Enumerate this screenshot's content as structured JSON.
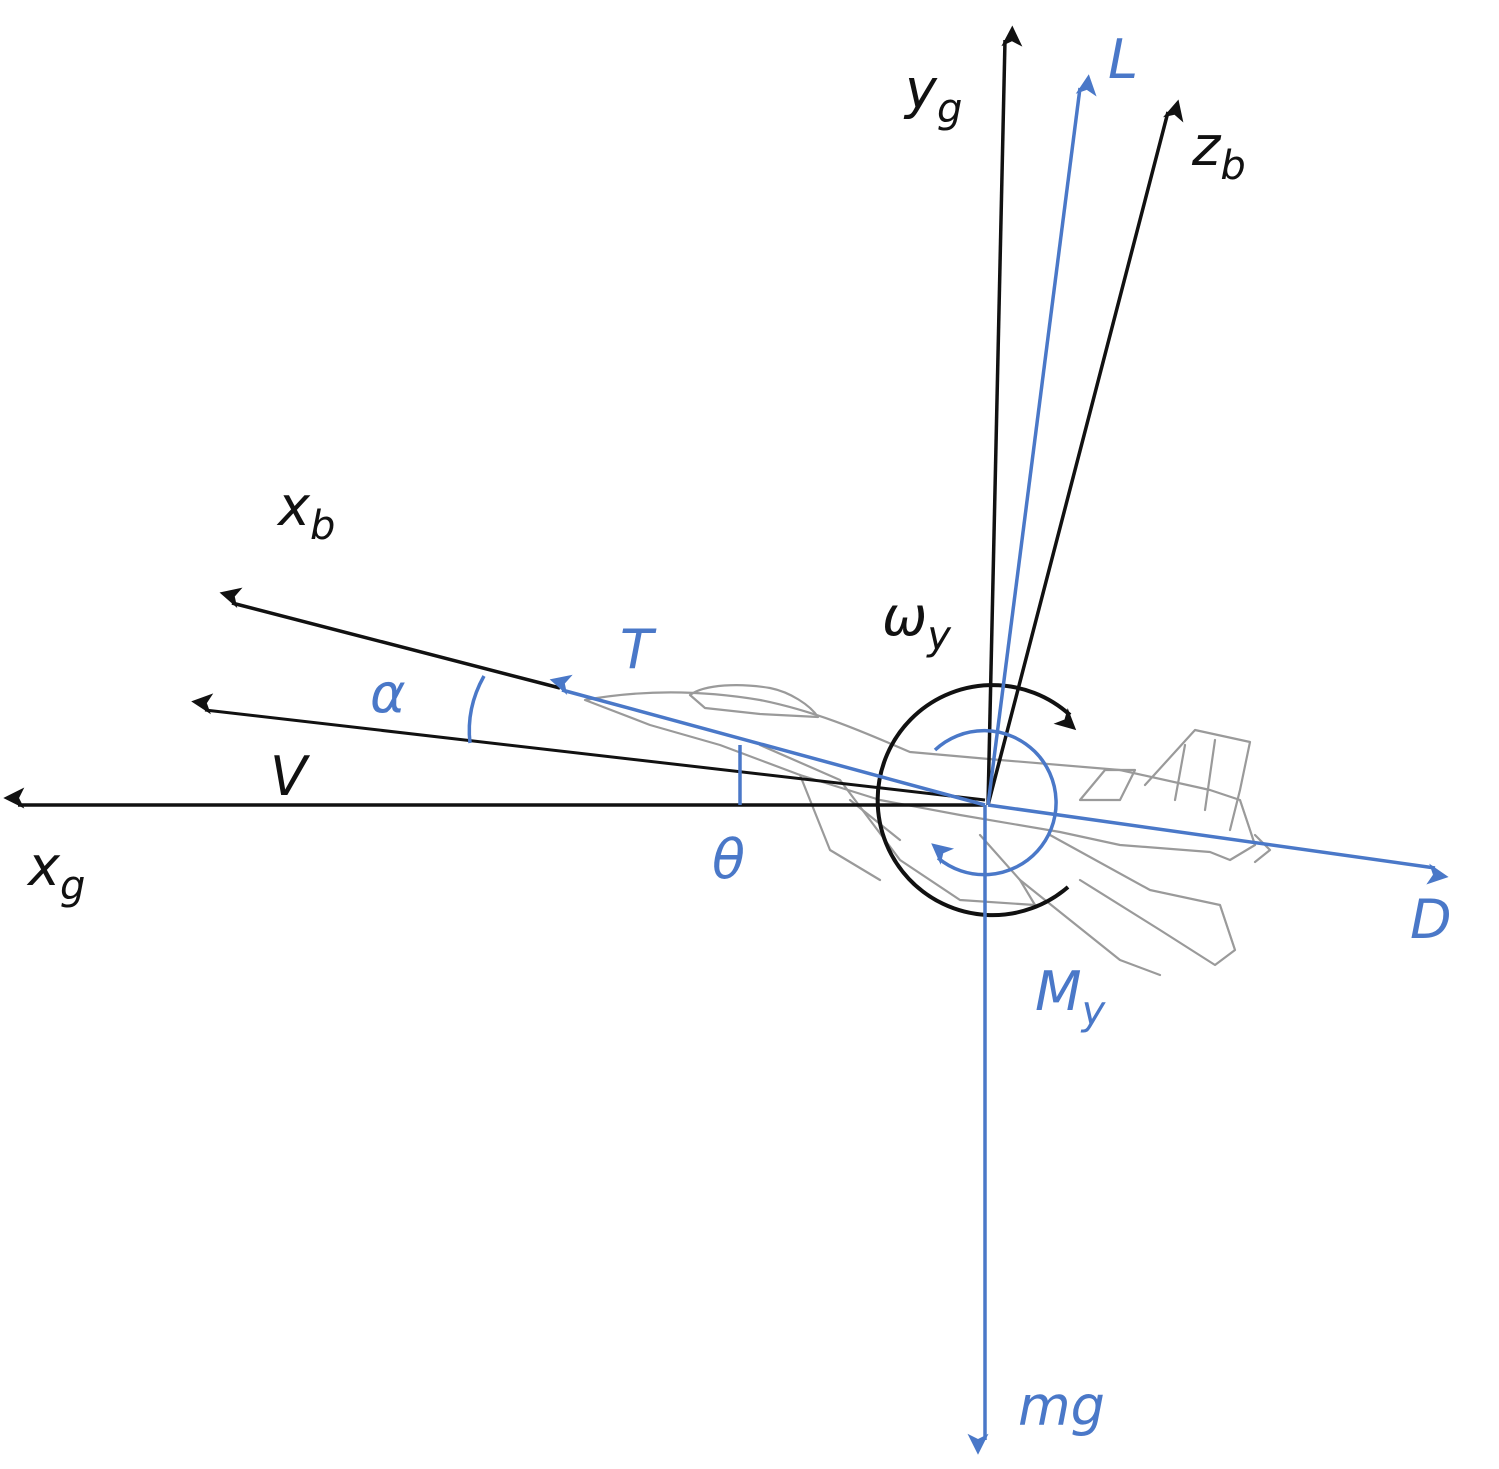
{
  "colors": {
    "axis": "#111111",
    "force": "#4a78c8"
  },
  "labels": {
    "yg": {
      "main": "y",
      "sub": "g"
    },
    "L": {
      "main": "L",
      "sub": ""
    },
    "zb": {
      "main": "z",
      "sub": "b"
    },
    "xb": {
      "main": "x",
      "sub": "b"
    },
    "omega": {
      "main": "ω",
      "sub": "y"
    },
    "T": {
      "main": "T",
      "sub": ""
    },
    "alpha": {
      "main": "α",
      "sub": ""
    },
    "V": {
      "main": "V",
      "sub": ""
    },
    "xg": {
      "main": "x",
      "sub": "g"
    },
    "theta": {
      "main": "θ",
      "sub": ""
    },
    "D": {
      "main": "D",
      "sub": ""
    },
    "My": {
      "main": "M",
      "sub": "y"
    },
    "mg": {
      "main": "mg",
      "sub": ""
    }
  }
}
